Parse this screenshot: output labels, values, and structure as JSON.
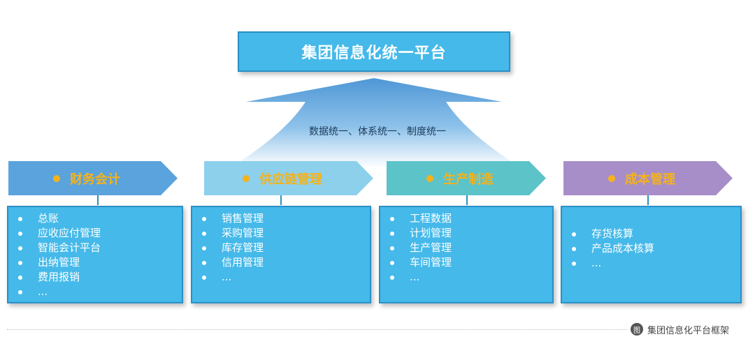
{
  "title": "集团信息化统一平台",
  "arrow_text": "数据统一、体系统一、制度统一",
  "modules": [
    {
      "name": "财务会计",
      "color": "#5aa3dd",
      "items": [
        "总账",
        "应收应付管理",
        "智能会计平台",
        "出纳管理",
        "费用报销",
        "..."
      ]
    },
    {
      "name": "供应链管理",
      "color": "#8dd0ec",
      "items": [
        "销售管理",
        "采购管理",
        "库存管理",
        "信用管理",
        "..."
      ]
    },
    {
      "name": "生产制造",
      "color": "#5cc3c9",
      "items": [
        "工程数据",
        "计划管理",
        "生产管理",
        "车间管理",
        "..."
      ]
    },
    {
      "name": "成本管理",
      "color": "#a88ec8",
      "items": [
        "存货核算",
        "产品成本核算",
        "..."
      ]
    }
  ],
  "caption": {
    "icon": "图",
    "text": "集团信息化平台框架"
  }
}
